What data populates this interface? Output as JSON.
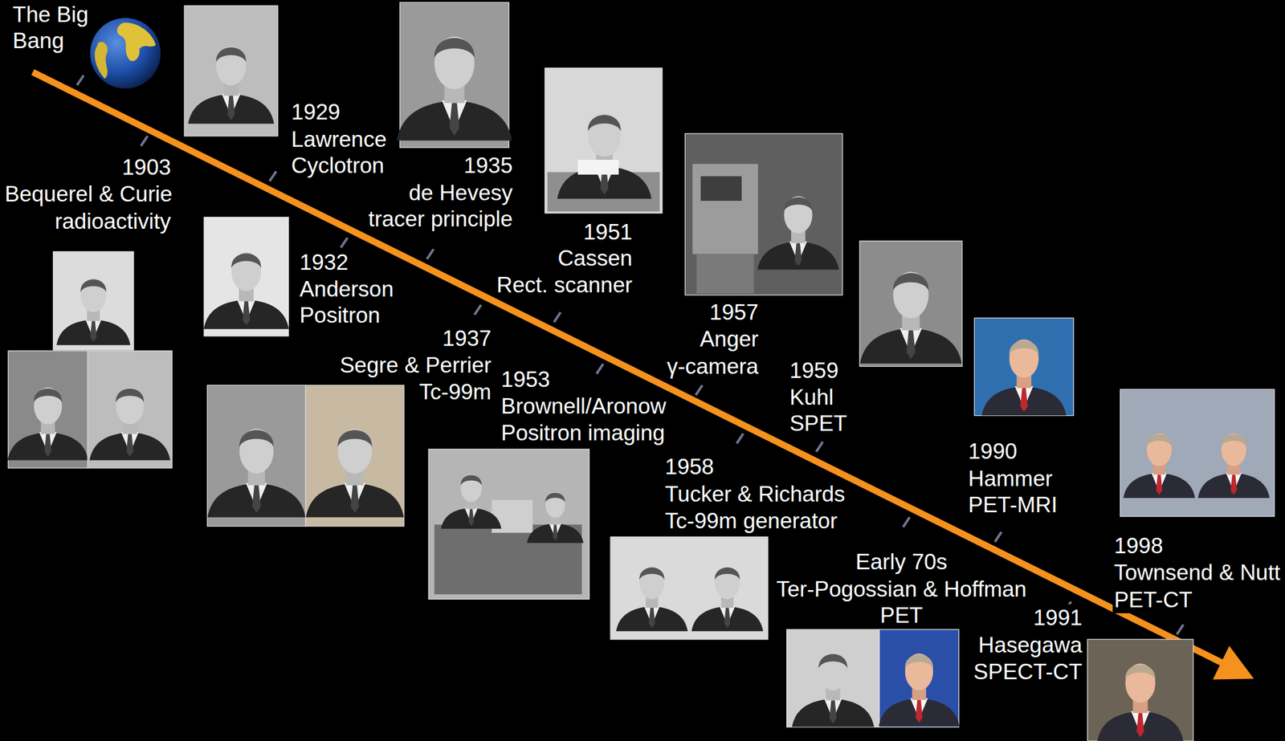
{
  "diagram": {
    "labels": [
      "The Big",
      "Bang",
      "1903",
      "Bequerel & Curie",
      "radioactivity",
      "1929",
      "Lawrence",
      "Cyclotron",
      "1932",
      "Anderson",
      "Positron",
      "1935",
      "de Hevesy",
      "tracer principle",
      "1937",
      "Segre & Perrier",
      "Tc-99m",
      "1951",
      "Cassen",
      "Rect. scanner",
      "1953",
      "Brownell/Aronow",
      "Positron imaging",
      "1957",
      "Anger",
      "γ-camera",
      "1958",
      "Tucker & Richards",
      "Tc-99m generator",
      "1959",
      "Kuhl",
      "SPET",
      "Early 70s",
      "Ter-Pogossian & Hoffman",
      "PET",
      "1990",
      "Hammer",
      "PET-MRI",
      "1991",
      "Hasegawa",
      "SPECT-CT",
      "1998",
      "Townsend & Nutt",
      "PET-CT"
    ]
  }
}
